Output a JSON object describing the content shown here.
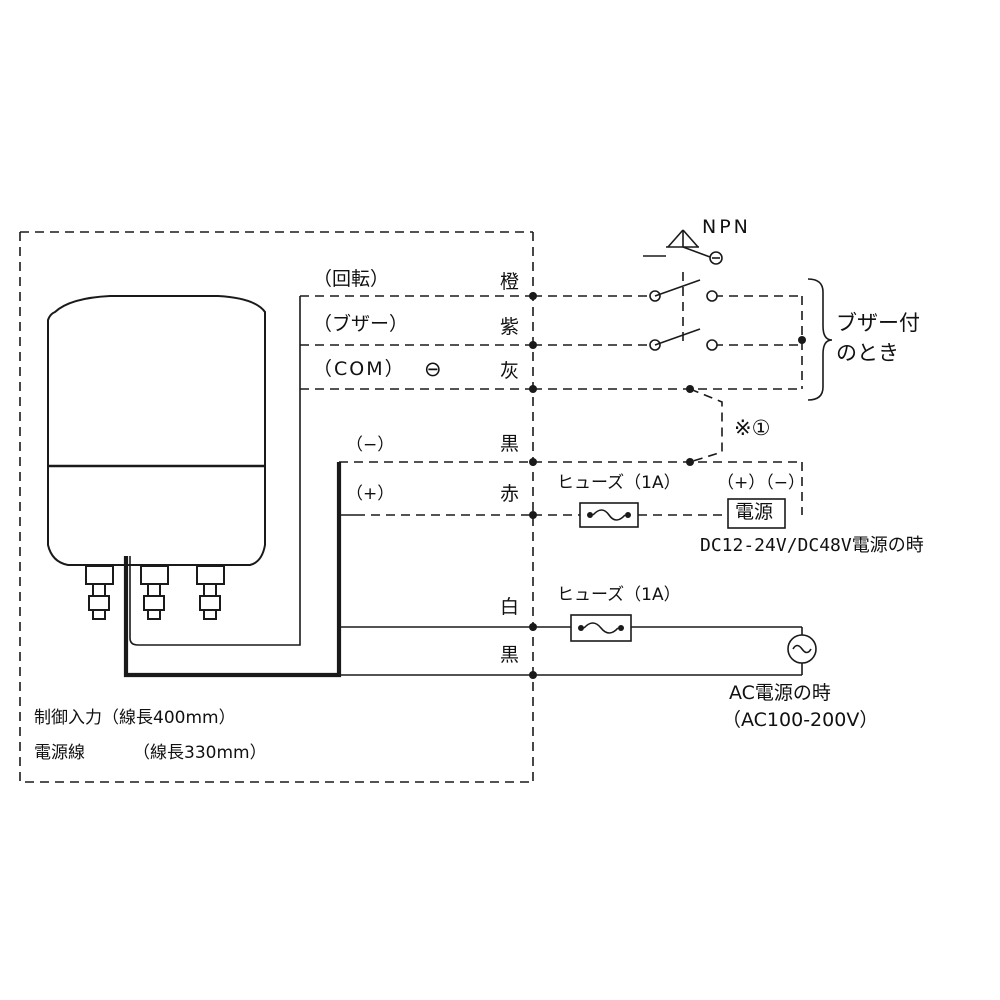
{
  "top_switch": {
    "label": "NPN"
  },
  "signals": {
    "rotation": {
      "function_label": "（回転）",
      "color": "橙"
    },
    "buzzer": {
      "function_label": "（ブザー）",
      "color": "紫"
    },
    "common": {
      "function_label": "（COM）",
      "minus_symbol": "⊖",
      "color": "灰"
    },
    "dc_negative": {
      "polarity_label": "（−）",
      "color": "黒"
    },
    "dc_positive": {
      "polarity_label": "（+）",
      "color": "赤"
    },
    "ac_white": {
      "color": "白"
    },
    "ac_black": {
      "color": "黒"
    }
  },
  "buzzer_note": {
    "line1": "ブザー付",
    "line2": "のとき"
  },
  "jumper_note": "※①",
  "dc_circuit": {
    "fuse_label": "ヒューズ（1A）",
    "supply_polarity": "（+）（−）",
    "supply_label": "電源",
    "caption": "DC12-24V/DC48V電源の時"
  },
  "ac_circuit": {
    "fuse_label": "ヒューズ（1A）",
    "caption_line1": "AC電源の時",
    "caption_line2": "（AC100-200V）"
  },
  "cable_notes": {
    "control_input": "制御入力（線長400mm）",
    "power_line_name": "電源線",
    "power_line_length": "（線長330mm）"
  },
  "colors": {
    "line": "#1a1a1a",
    "background": "#ffffff"
  }
}
